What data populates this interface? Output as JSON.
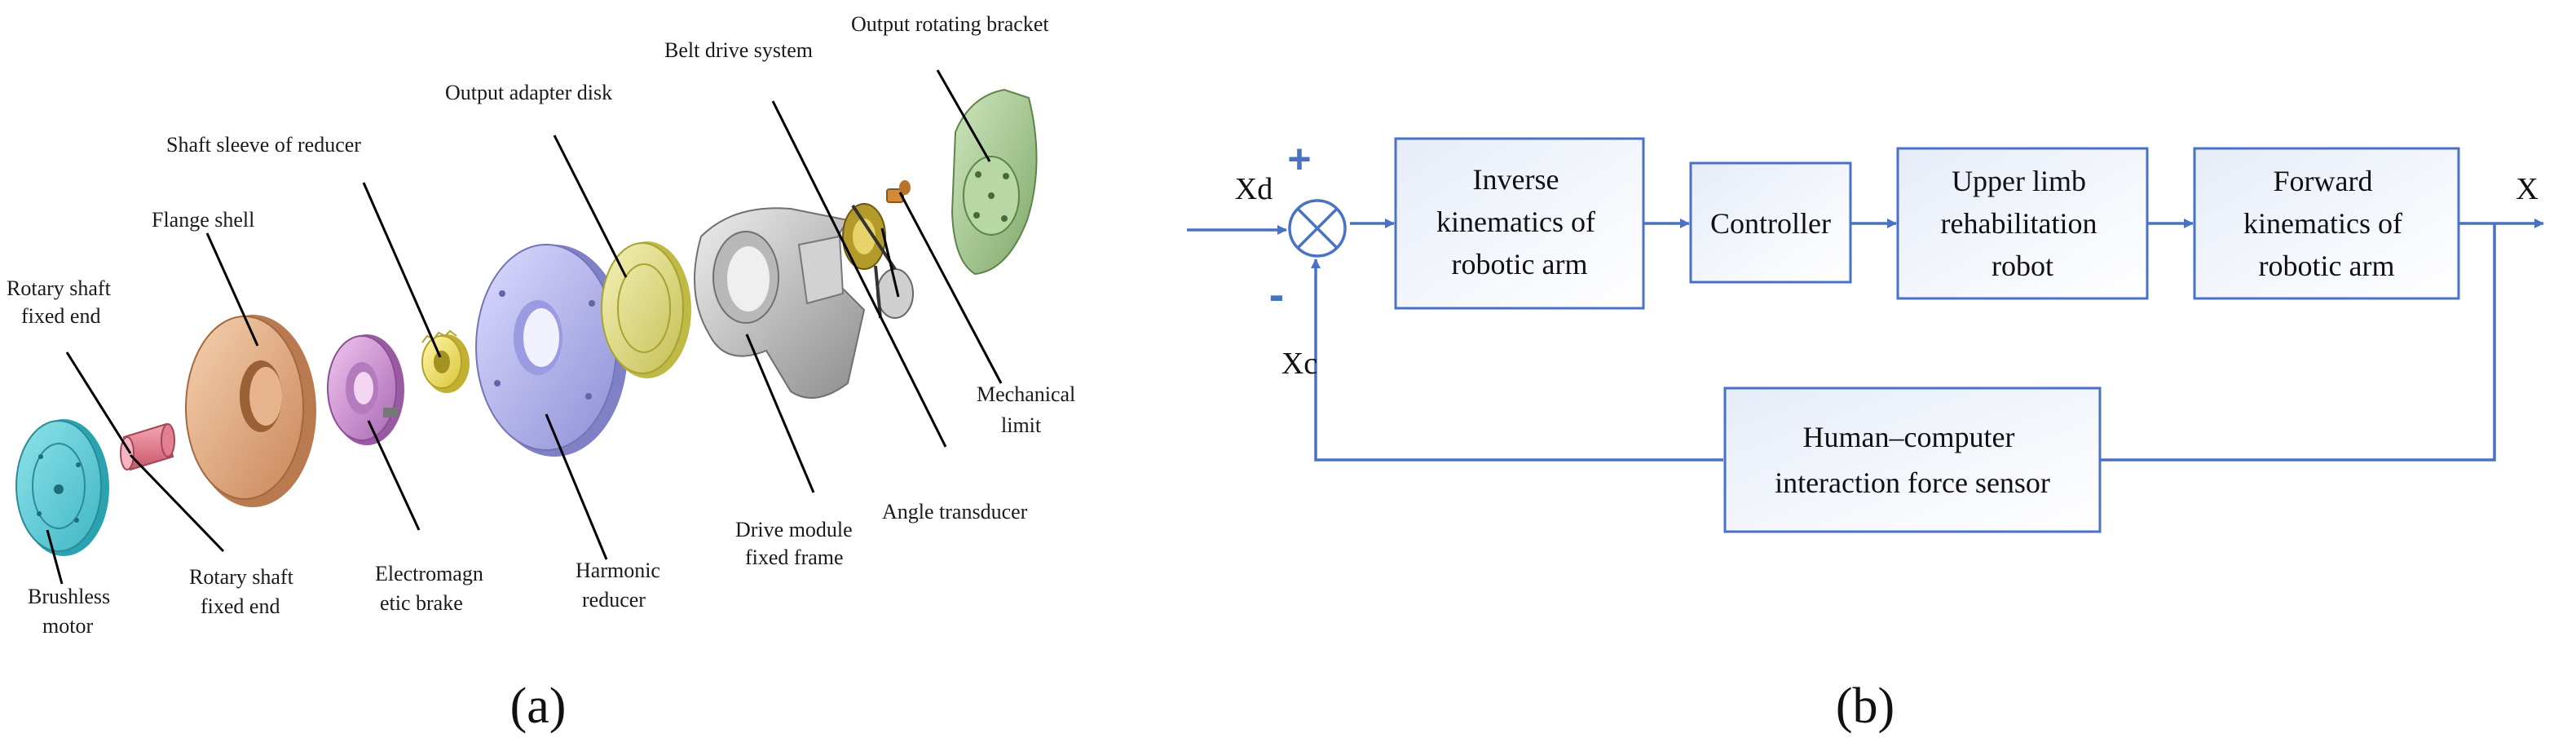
{
  "panel_a": {
    "caption": "(a)",
    "labels": {
      "output_rotating_bracket": "Output rotating bracket",
      "belt_drive_system": "Belt drive system",
      "output_adapter_disk": "Output adapter disk",
      "shaft_sleeve_of_reducer": "Shaft sleeve of reducer",
      "flange_shell": "Flange shell",
      "rotary_shaft_fixed_end_top": [
        "Rotary shaft",
        "fixed end"
      ],
      "mechanical_limit": [
        "Mechanical",
        "limit"
      ],
      "angle_transducer": "Angle transducer",
      "drive_module_fixed_frame": [
        "Drive module",
        "fixed frame"
      ],
      "harmonic_reducer": [
        "Harmonic",
        "reducer"
      ],
      "electromagnetic_brake": [
        "Electromagn",
        "etic brake"
      ],
      "rotary_shaft_fixed_end_bottom": [
        "Rotary shaft",
        "fixed end"
      ],
      "brushless_motor": [
        "Brushless",
        "motor"
      ]
    }
  },
  "panel_b": {
    "caption": "(b)",
    "signals": {
      "xd": "Xd",
      "xc": "Xc",
      "x": "X",
      "plus": "+",
      "minus": "-"
    },
    "blocks": {
      "inverse_kinematics": [
        "Inverse",
        "kinematics of",
        "robotic arm"
      ],
      "controller": [
        "Controller"
      ],
      "rehab_robot": [
        "Upper limb",
        "rehabilitation",
        "robot"
      ],
      "forward_kinematics": [
        "Forward",
        "kinematics of",
        "robotic arm"
      ],
      "force_sensor": [
        "Human–computer",
        "interaction force sensor"
      ]
    },
    "colors": {
      "line": "#4a72c4",
      "box_fill_start": "#e9eef9",
      "box_fill_end": "#ffffff"
    }
  }
}
